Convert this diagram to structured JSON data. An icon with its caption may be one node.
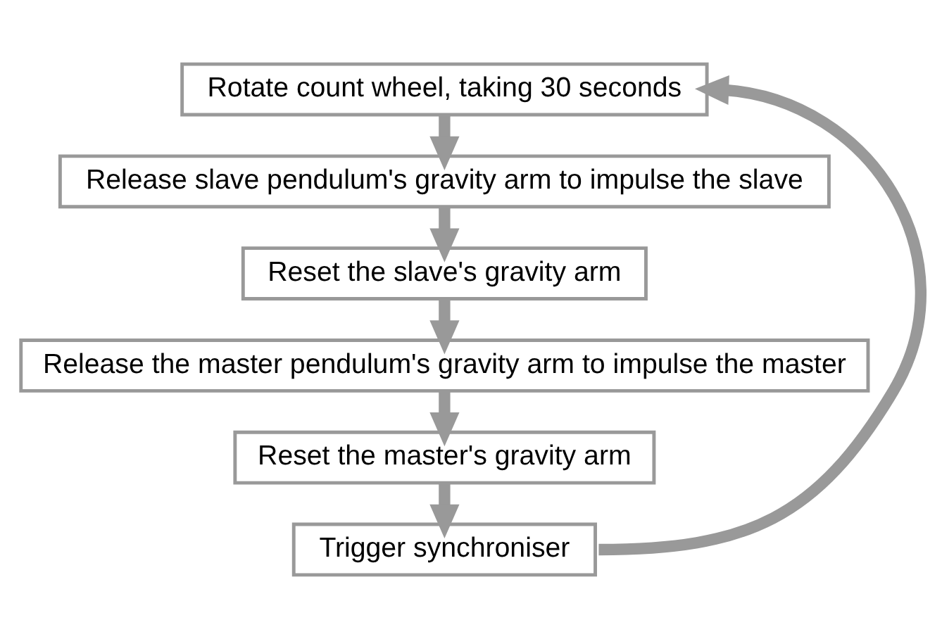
{
  "diagram": {
    "nodes": [
      {
        "text": [
          "Rotate count wheel, taking 30 seconds"
        ]
      },
      {
        "text": [
          "Release slave pendulum's gravity arm to impulse the slave"
        ]
      },
      {
        "text": [
          "Reset the slave's gravity arm"
        ]
      },
      {
        "text": [
          "Release the master pendulum's gravity arm to impulse the master"
        ]
      },
      {
        "text": [
          "Reset the master's gravity arm"
        ]
      },
      {
        "text": [
          "Trigger synchroniser"
        ]
      }
    ],
    "edges": [
      {
        "from": 0,
        "to": 1,
        "arrow": "to"
      },
      {
        "from": 1,
        "to": 2,
        "arrow": "to"
      },
      {
        "from": 2,
        "to": 3,
        "arrow": "to"
      },
      {
        "from": 3,
        "to": 4,
        "arrow": "to"
      },
      {
        "from": 4,
        "to": 5,
        "arrow": "to"
      },
      {
        "from": 5,
        "to": 0,
        "arrow": "to"
      }
    ]
  }
}
